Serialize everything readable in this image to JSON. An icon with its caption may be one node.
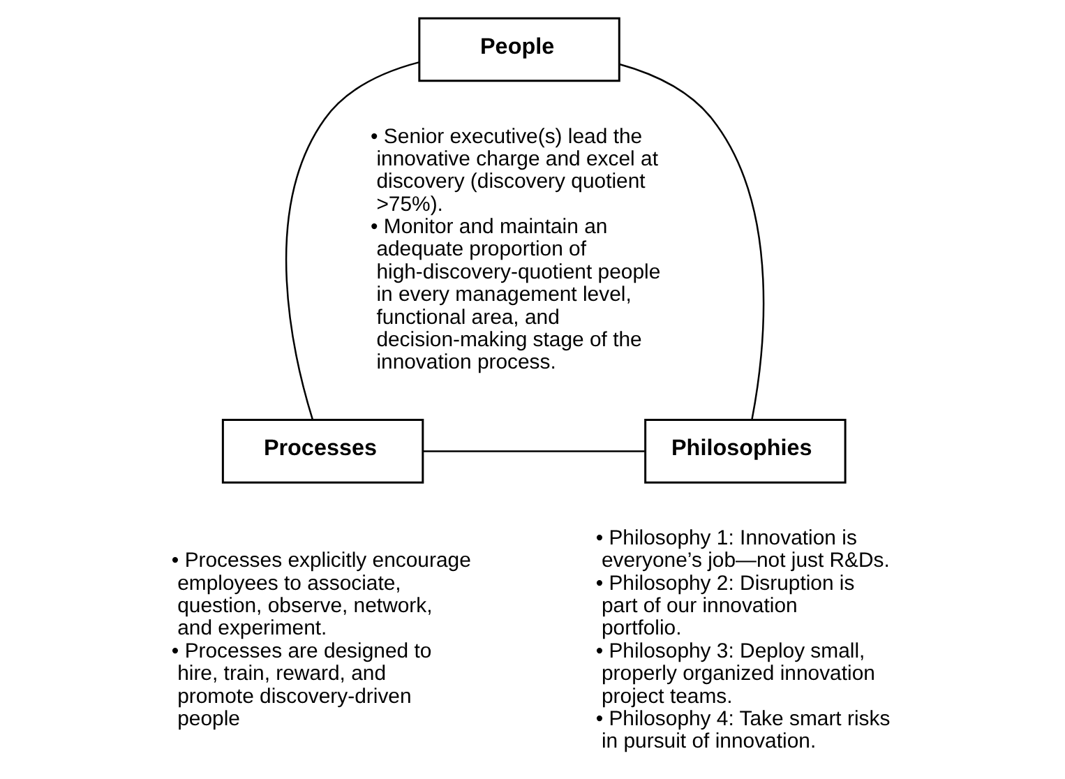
{
  "diagram": {
    "nodes": [
      {
        "text": [
          "People"
        ],
        "beside": [
          "• Senior executive(s) lead the innovative charge and excel at discovery (discovery quotient >75%).",
          "• Monitor and maintain an adequate proportion of high-discovery-quotient people in every management level, functional area, and decision-making stage of the innovation process."
        ]
      },
      {
        "text": [
          "Processes"
        ],
        "beside": [
          "• Processes explicitly encourage employees to associate, question, observe, network, and experiment.",
          "• Processes are designed to hire, train, reward, and promote discovery-driven people"
        ]
      },
      {
        "text": [
          "Philosophies"
        ],
        "beside": [
          "• Philosophy 1: Innovation is everyone’s job—not just R&Ds.",
          "• Philosophy 2: Disruption is part of our innovation portfolio.",
          "• Philosophy 3: Deploy small, properly organized innovation project teams.",
          "• Philosophy 4: Take smart risks in pursuit of innovation."
        ]
      }
    ],
    "edges": [
      {
        "from": 0,
        "to": 1,
        "arrow": "none"
      },
      {
        "from": 0,
        "to": 2,
        "arrow": "none"
      },
      {
        "from": 1,
        "to": 2,
        "arrow": "none"
      }
    ]
  }
}
